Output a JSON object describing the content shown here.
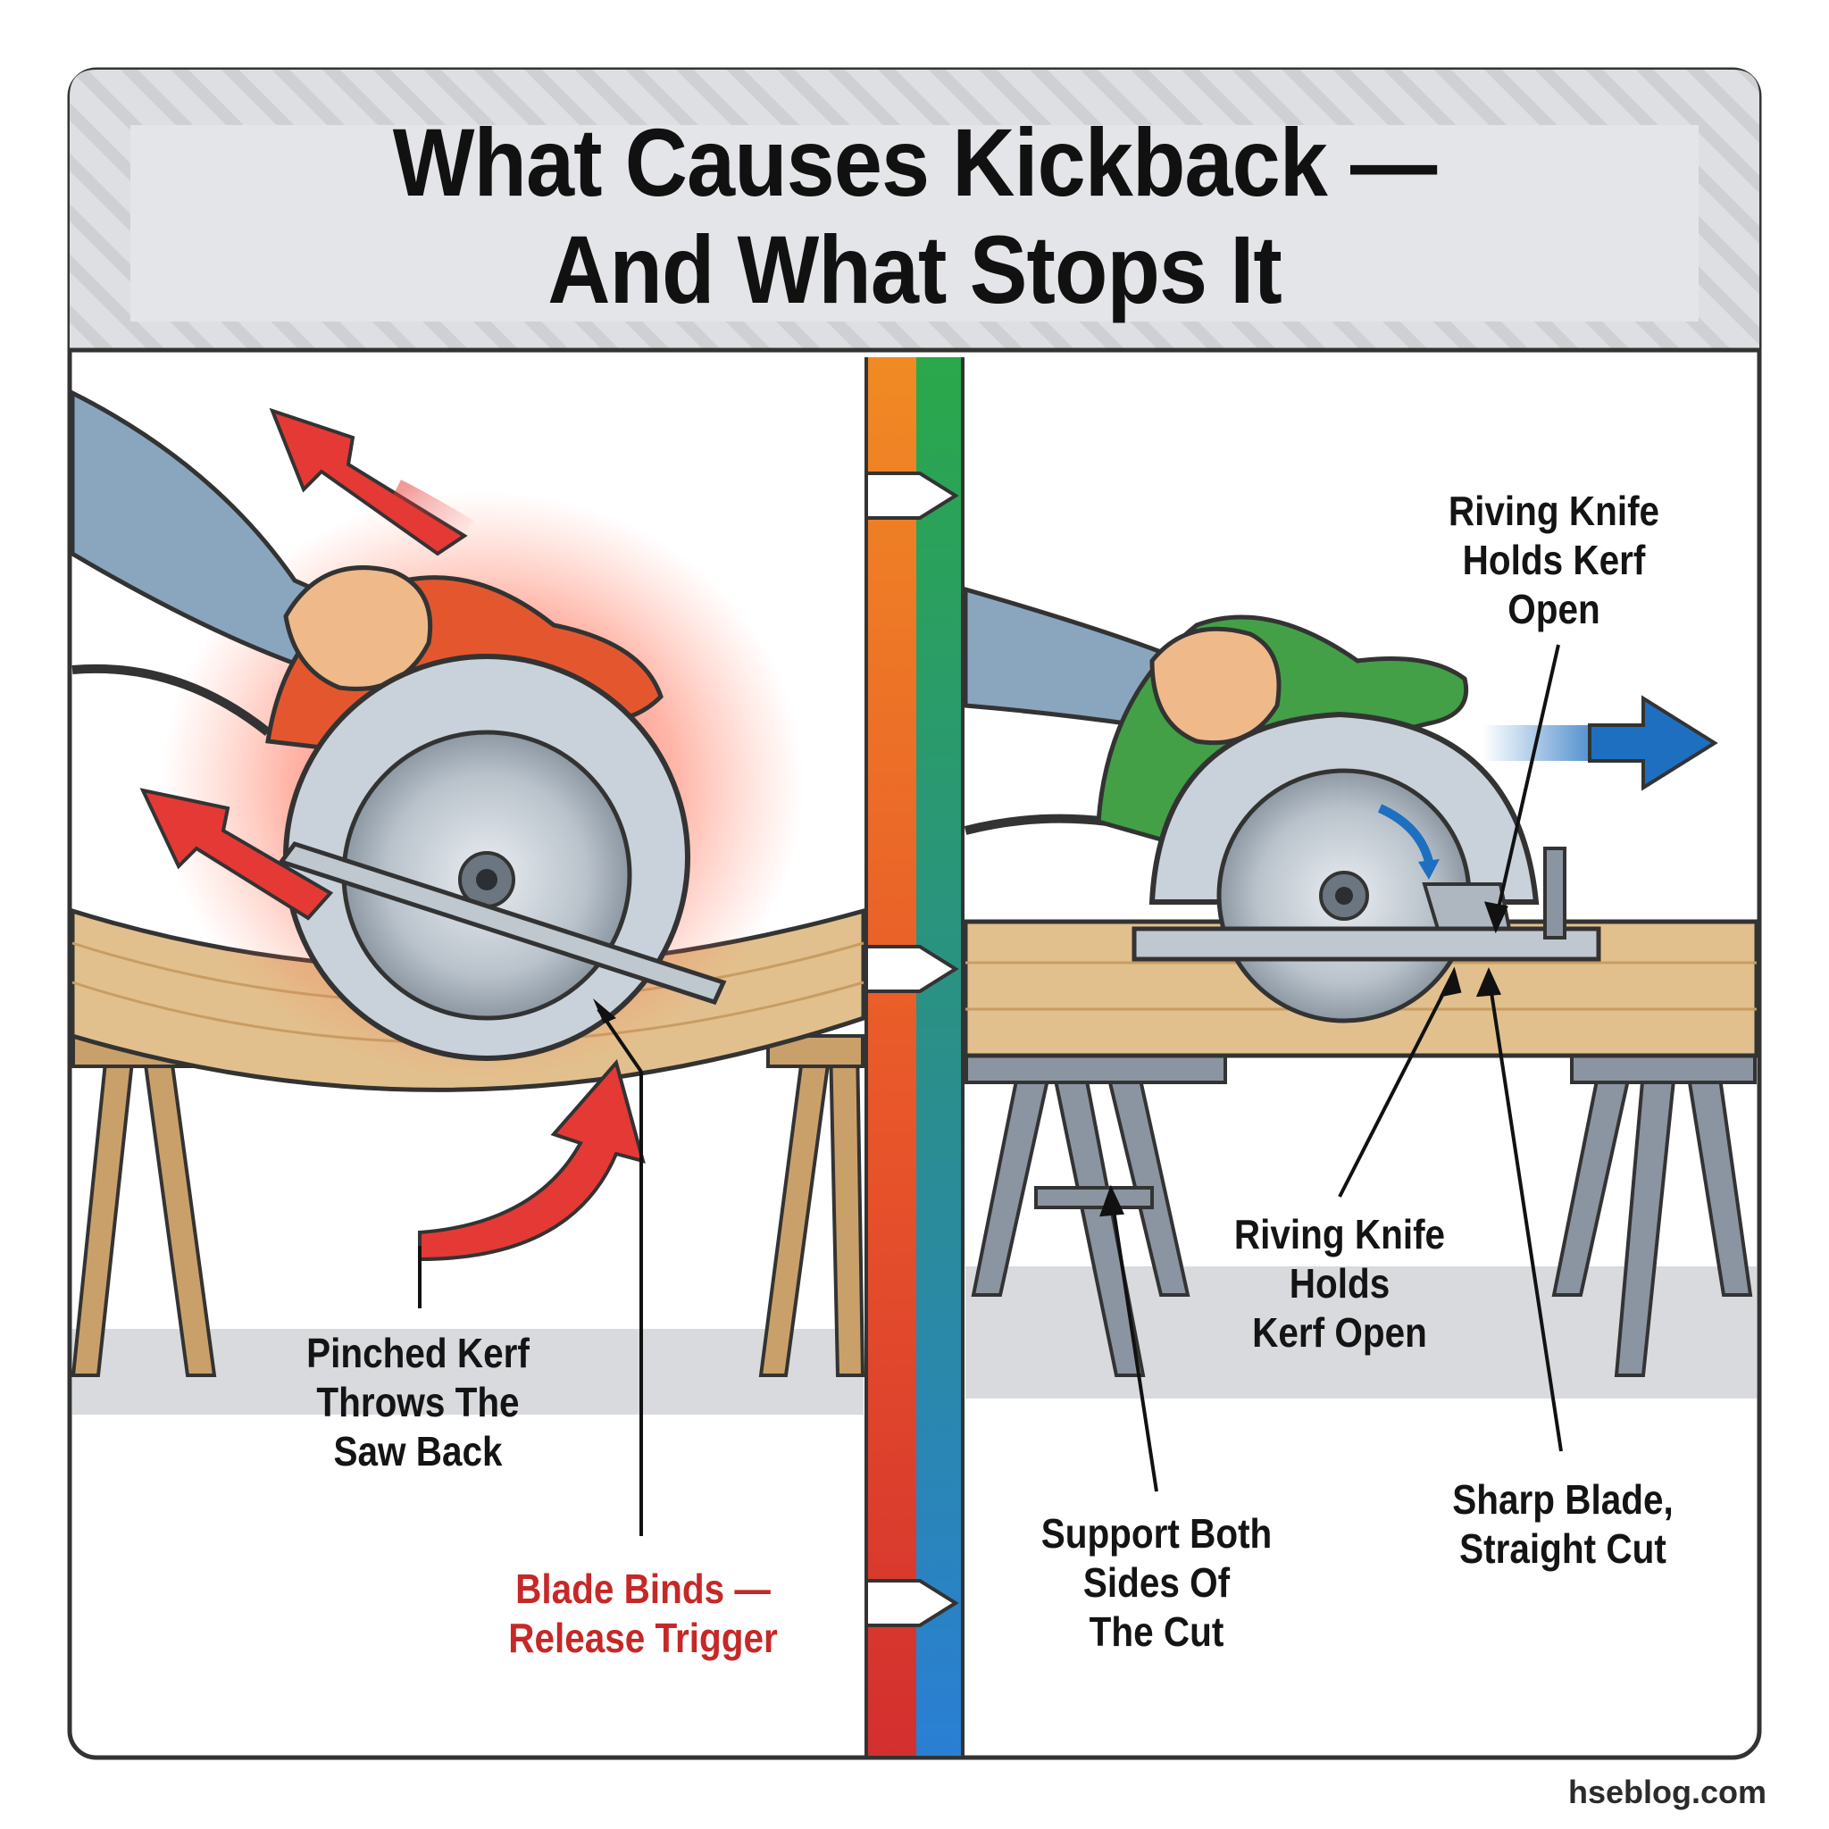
{
  "title": {
    "line1": "What Causes Kickback —",
    "line2": "And What Stops It"
  },
  "left_panel": {
    "pinched_label": [
      "Pinched Kerf",
      "Throws The",
      "Saw Back"
    ],
    "bind_label": [
      "Blade Binds —",
      "Release Trigger"
    ],
    "saw_color": "#e4572e",
    "danger_color": "#e53935"
  },
  "right_panel": {
    "riving_top_label": [
      "Riving Knife",
      "Holds Kerf",
      "Open"
    ],
    "riving_mid_label": [
      "Riving Knife",
      "Holds",
      "Kerf Open"
    ],
    "support_label": [
      "Support Both",
      "Sides Of",
      "The Cut"
    ],
    "sharp_label": [
      "Sharp Blade,",
      "Straight Cut"
    ],
    "saw_color": "#43a047",
    "motion_color": "#1e6fc0"
  },
  "divider": {
    "left_color": "#f08a24",
    "right_color": "#2aa84a"
  },
  "credit": "hseblog.com"
}
